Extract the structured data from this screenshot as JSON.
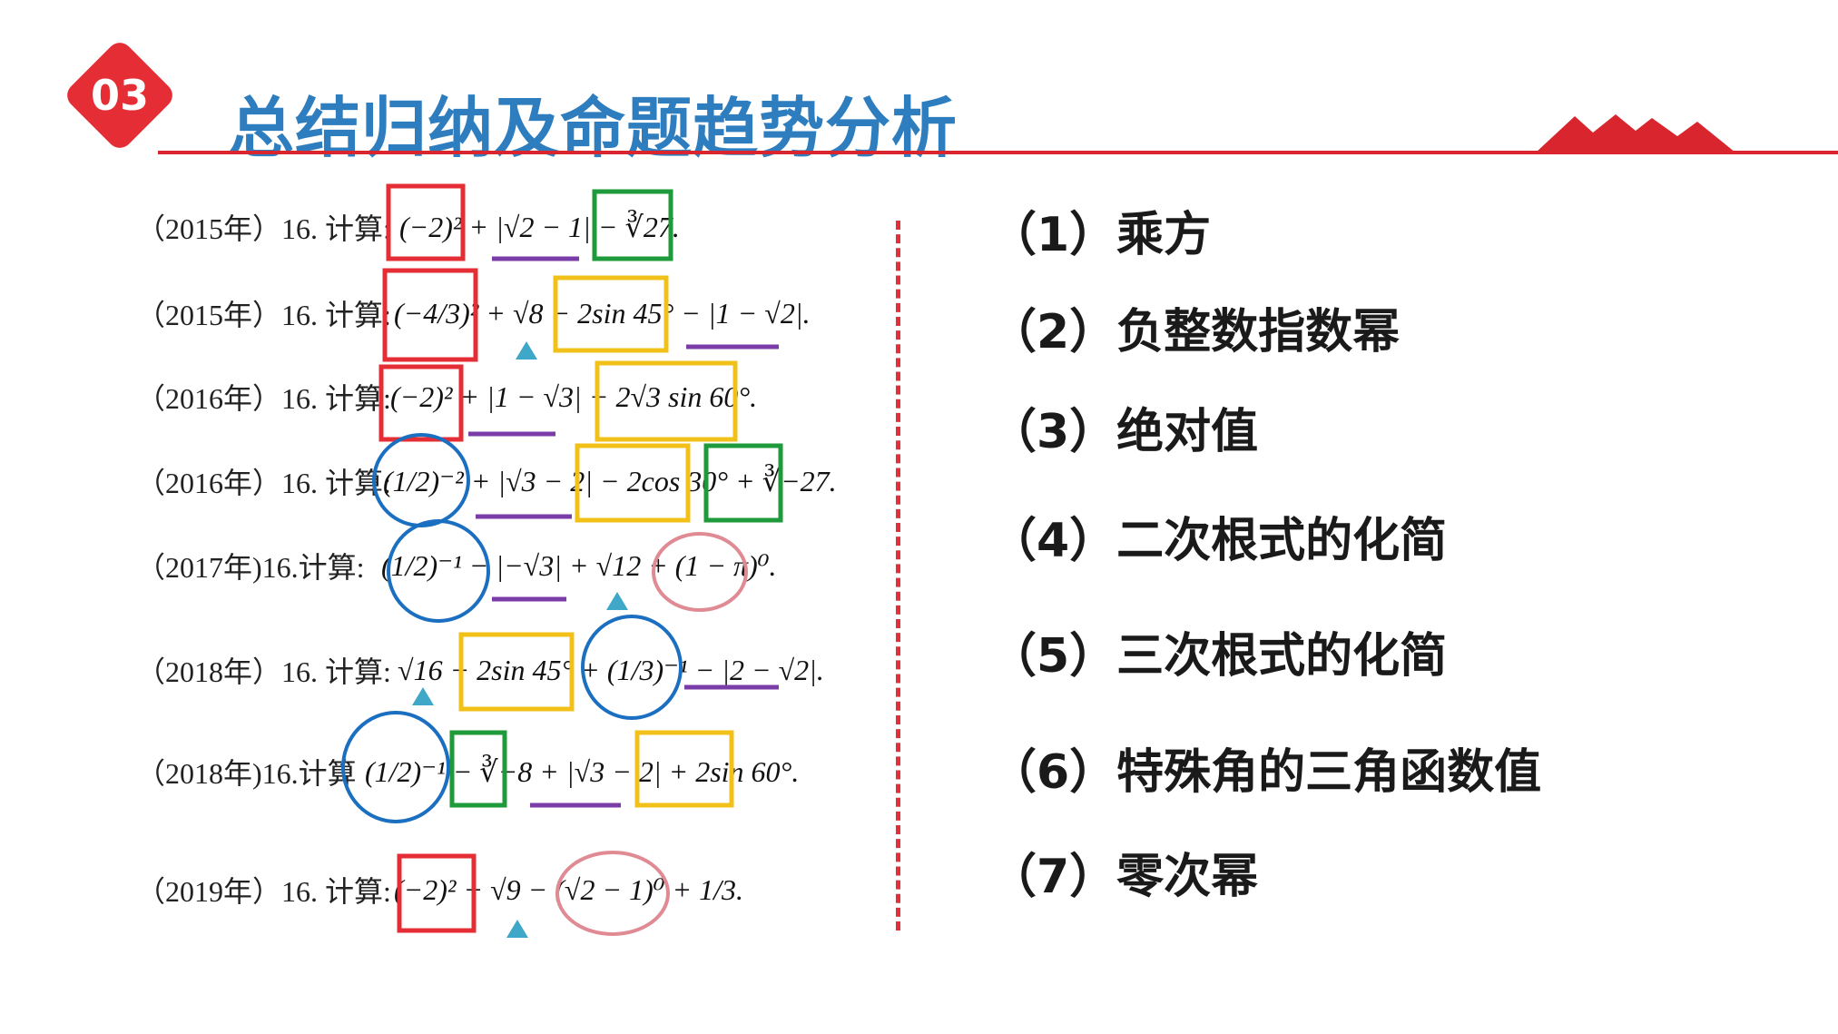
{
  "badge": {
    "number": "03",
    "color": "#E52D35"
  },
  "title": "总结归纳及命题趋势分析",
  "colors": {
    "accent_red": "#D9252E",
    "title_blue": "#2E7DBE",
    "box_red": "#E52D35",
    "box_green": "#1E9A3A",
    "box_yellow": "#F1C019",
    "circle_blue": "#1B6FC0",
    "circle_pink": "#E08A93",
    "underline_purple": "#7A3DA8",
    "triangle_teal": "#3FA7C8"
  },
  "questions": [
    {
      "label": "（2015年）16. 计算:",
      "expr": "(−2)² + |√2 − 1| − ∛27."
    },
    {
      "label": "（2015年）16. 计算:",
      "expr": "(−4/3)² + √8 − 2sin 45° − |1 − √2|."
    },
    {
      "label": "（2016年）16. 计算:",
      "expr": "(−2)² + |1 − √3| − 2√3 sin 60°."
    },
    {
      "label": "（2016年）16. 计算:",
      "expr": "(1/2)⁻² + |√3 − 2| − 2cos 30° + ∛−27."
    },
    {
      "label": "（2017年)16.计算:",
      "expr": "(1/2)⁻¹ − |−√3| + √12 + (1 − π)⁰."
    },
    {
      "label": "（2018年）16. 计算:",
      "expr": "√16 − 2sin 45° + (1/3)⁻¹ − |2 − √2|."
    },
    {
      "label": "（2018年)16.计算",
      "expr": "(1/2)⁻¹ − ∛−8 + |√3 − 2| + 2sin 60°."
    },
    {
      "label": "（2019年）16. 计算:",
      "expr": "(−2)² + √9 − (√2 − 1)⁰ + 1/3."
    }
  ],
  "categories": [
    "（1）乘方",
    "（2）负整数指数幂",
    "（3）绝对值",
    "（4）二次根式的化简",
    "（5）三次根式的化简",
    "（6）特殊角的三角函数值",
    "（7）零次幂"
  ]
}
